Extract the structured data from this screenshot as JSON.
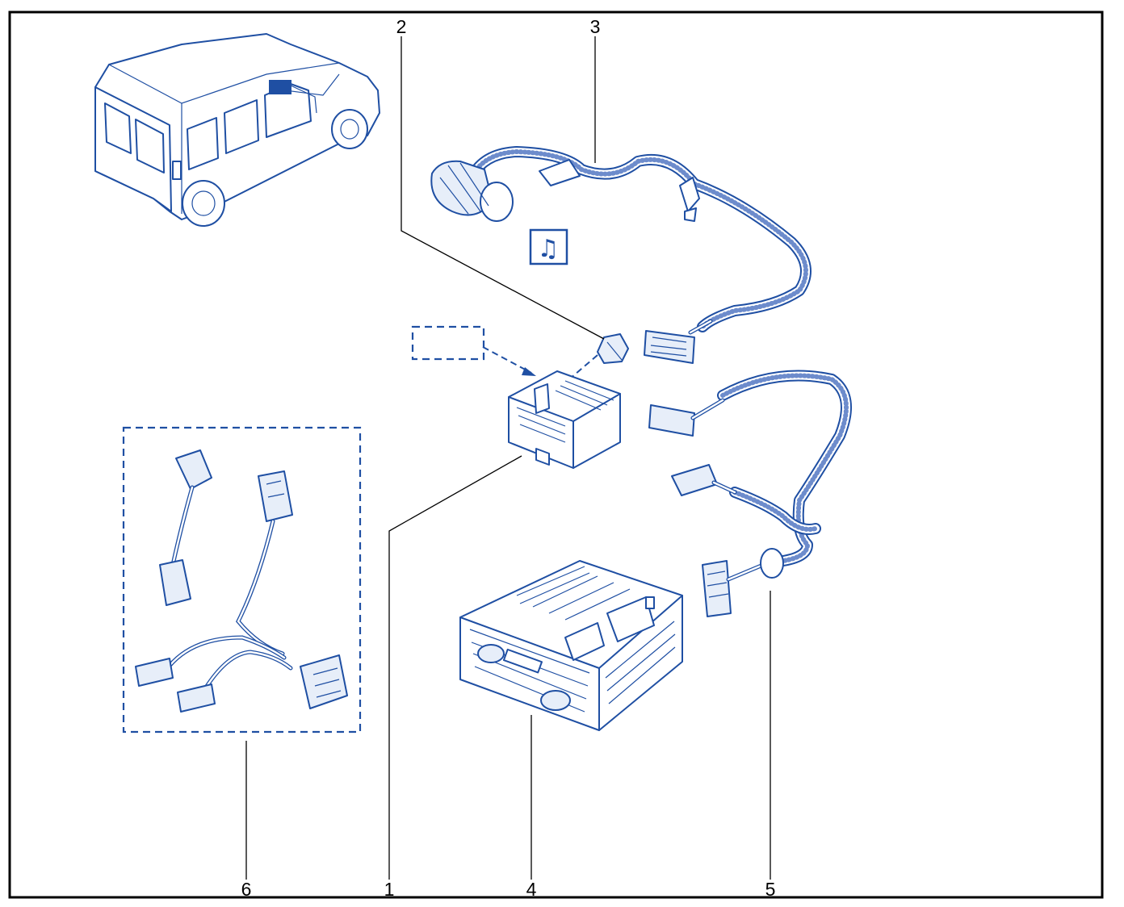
{
  "diagram": {
    "callouts": {
      "c1": "1",
      "c2": "2",
      "c3": "3",
      "c4": "4",
      "c5": "5",
      "c6": "6"
    },
    "icons": {
      "audio_symbol": "music-note-icon",
      "audio_symbol_glyph": "♫"
    },
    "colors": {
      "line_art": "#1f4fa3",
      "frame": "#000000",
      "background": "#ffffff"
    }
  }
}
